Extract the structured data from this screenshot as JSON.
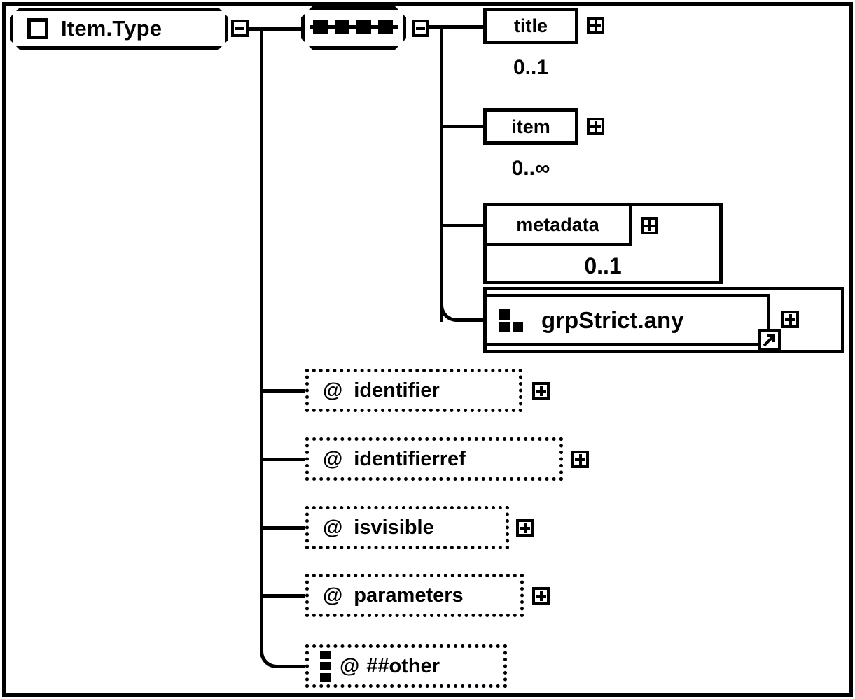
{
  "diagram": {
    "kind": "xml-schema-diagram",
    "root": {
      "label": "Item.Type",
      "icon": "complex-type-icon",
      "toggle": "−"
    },
    "compositor": {
      "type": "sequence",
      "icon": "sequence-icon",
      "toggle": "−",
      "squares": 4
    },
    "elements": [
      {
        "name": "title",
        "cardinality": "0..1",
        "toggle": "+",
        "style": "simple"
      },
      {
        "name": "item",
        "cardinality": "0..∞",
        "toggle": "+",
        "style": "simple"
      },
      {
        "name": "metadata",
        "cardinality": "0..1",
        "toggle": "+",
        "style": "boxed"
      },
      {
        "name": "grpStrict.any",
        "cardinality": "",
        "toggle": "+",
        "style": "group-reference",
        "icon": "group-icon",
        "ref_icon": "reference-arrow-icon"
      }
    ],
    "attributes": [
      {
        "symbol": "@",
        "name": "identifier",
        "toggle": "+",
        "icon": ""
      },
      {
        "symbol": "@",
        "name": "identifierref",
        "toggle": "+",
        "icon": ""
      },
      {
        "symbol": "@",
        "name": "isvisible",
        "toggle": "+",
        "icon": ""
      },
      {
        "symbol": "@",
        "name": "parameters",
        "toggle": "+",
        "icon": ""
      },
      {
        "symbol": "@",
        "name": "##other",
        "toggle": "",
        "icon": "any-attribute-icon"
      }
    ],
    "colors": {
      "stroke": "#000000",
      "background": "#ffffff"
    }
  }
}
